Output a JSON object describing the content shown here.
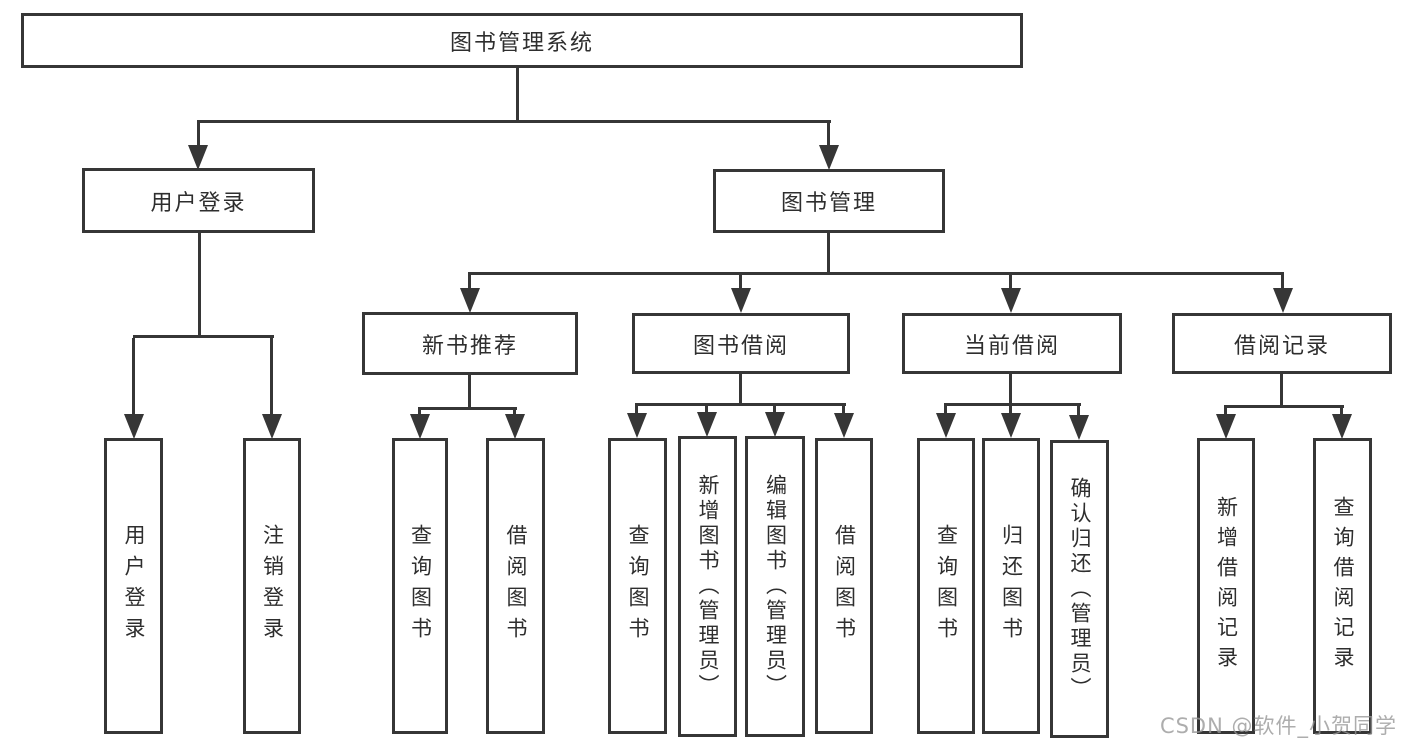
{
  "diagram_type": "hierarchy-tree",
  "watermark": "CSDN @软件_小贺同学",
  "colors": {
    "background": "#ffffff",
    "line": "#363636",
    "box_border": "#363636",
    "box_fill": "#ffffff",
    "text": "#2e2e2e",
    "watermark_text": "#969696"
  },
  "tree": {
    "root": {
      "label": "图书管理系统"
    },
    "branches": [
      {
        "label": "用户登录",
        "children": [
          {
            "label": "用户登录"
          },
          {
            "label": "注销登录"
          }
        ]
      },
      {
        "label": "图书管理",
        "children": [
          {
            "label": "新书推荐",
            "children": [
              {
                "label": "查询图书"
              },
              {
                "label": "借阅图书"
              }
            ]
          },
          {
            "label": "图书借阅",
            "children": [
              {
                "label": "查询图书"
              },
              {
                "label": "新增图书（管理员）"
              },
              {
                "label": "编辑图书（管理员）"
              },
              {
                "label": "借阅图书"
              }
            ]
          },
          {
            "label": "当前借阅",
            "children": [
              {
                "label": "查询图书"
              },
              {
                "label": "归还图书"
              },
              {
                "label": "确认归还（管理员）"
              }
            ]
          },
          {
            "label": "借阅记录",
            "children": [
              {
                "label": "新增借阅记录"
              },
              {
                "label": "查询借阅记录"
              }
            ]
          }
        ]
      }
    ]
  }
}
